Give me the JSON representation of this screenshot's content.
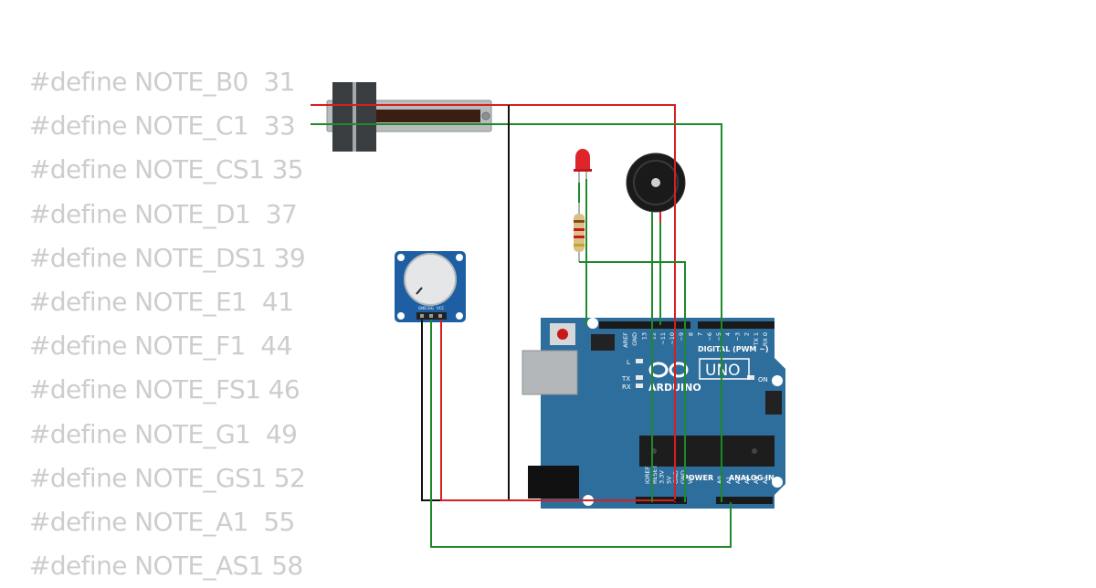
{
  "code_lines": [
    "#define NOTE_B0  31",
    "#define NOTE_C1  33",
    "#define NOTE_CS1 35",
    "#define NOTE_D1  37",
    "#define NOTE_DS1 39",
    "#define NOTE_E1  41",
    "#define NOTE_F1  44",
    "#define NOTE_FS1 46",
    "#define NOTE_G1  49",
    "#define NOTE_GS1 52",
    "#define NOTE_A1  55",
    "#define NOTE_AS1 58"
  ],
  "arduino": {
    "brand": "ARDUINO",
    "model": "UNO",
    "digital_label": "DIGITAL (PWM ~)",
    "power_label": "POWER",
    "analog_label": "ANALOG IN",
    "on_label": "ON",
    "l_label": "L",
    "tx_label": "TX",
    "rx_label": "RX",
    "digital_pins": [
      "AREF",
      "GND",
      "13",
      "12",
      "~11",
      "~10",
      "~9",
      "8",
      "7",
      "~6",
      "~5",
      "4",
      "~3",
      "2",
      "TX 1",
      "RX 0"
    ],
    "power_pins": [
      "IOREF",
      "RESET",
      "3.3V",
      "5V",
      "GND",
      "GND",
      "Vin"
    ],
    "analog_pins": [
      "A0",
      "A1",
      "A2",
      "A3",
      "A4",
      "A5"
    ]
  },
  "potentiometer_module": {
    "pins": [
      "GND",
      "SIG",
      "VCC"
    ]
  },
  "colors": {
    "board_blue": "#2e6e9c",
    "wire_red": "#d81e1e",
    "wire_green": "#1f8a2a",
    "wire_black": "#111111",
    "code_text": "#cdcdcd",
    "led_red": "#e0242c"
  }
}
